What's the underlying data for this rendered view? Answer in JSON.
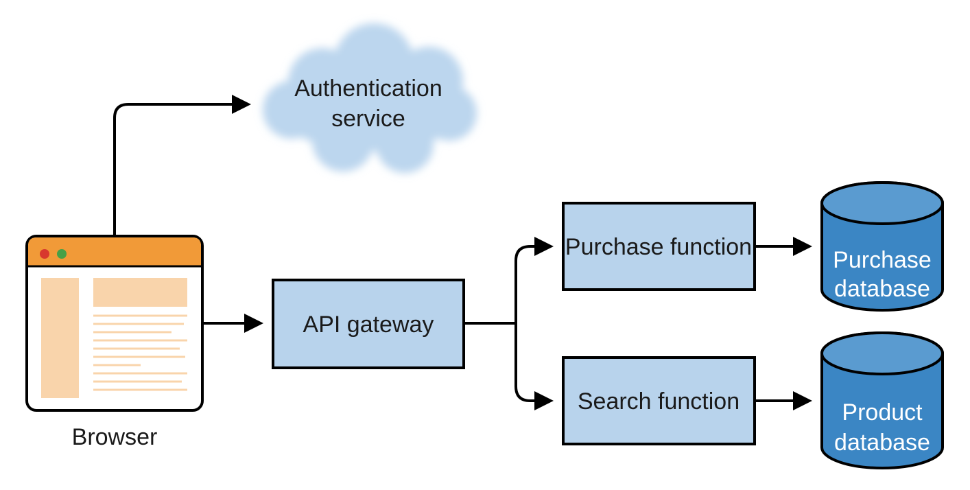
{
  "browser": {
    "label": "Browser"
  },
  "auth": {
    "line1": "Authentication",
    "line2": "service"
  },
  "gateway": {
    "label": "API gateway"
  },
  "purchase_fn": {
    "label": "Purchase function"
  },
  "search_fn": {
    "label": "Search function"
  },
  "purchase_db": {
    "line1": "Purchase",
    "line2": "database"
  },
  "product_db": {
    "line1": "Product",
    "line2": "database"
  },
  "colors": {
    "box_fill": "#b8d3ec",
    "cloud_fill": "#bcd6ee",
    "db_fill": "#3b86c4",
    "db_top": "#5a9bd0",
    "browser_bar": "#f19a38",
    "browser_panel": "#f9d4ab",
    "dot_red": "#d8392e",
    "dot_green": "#46a047"
  }
}
